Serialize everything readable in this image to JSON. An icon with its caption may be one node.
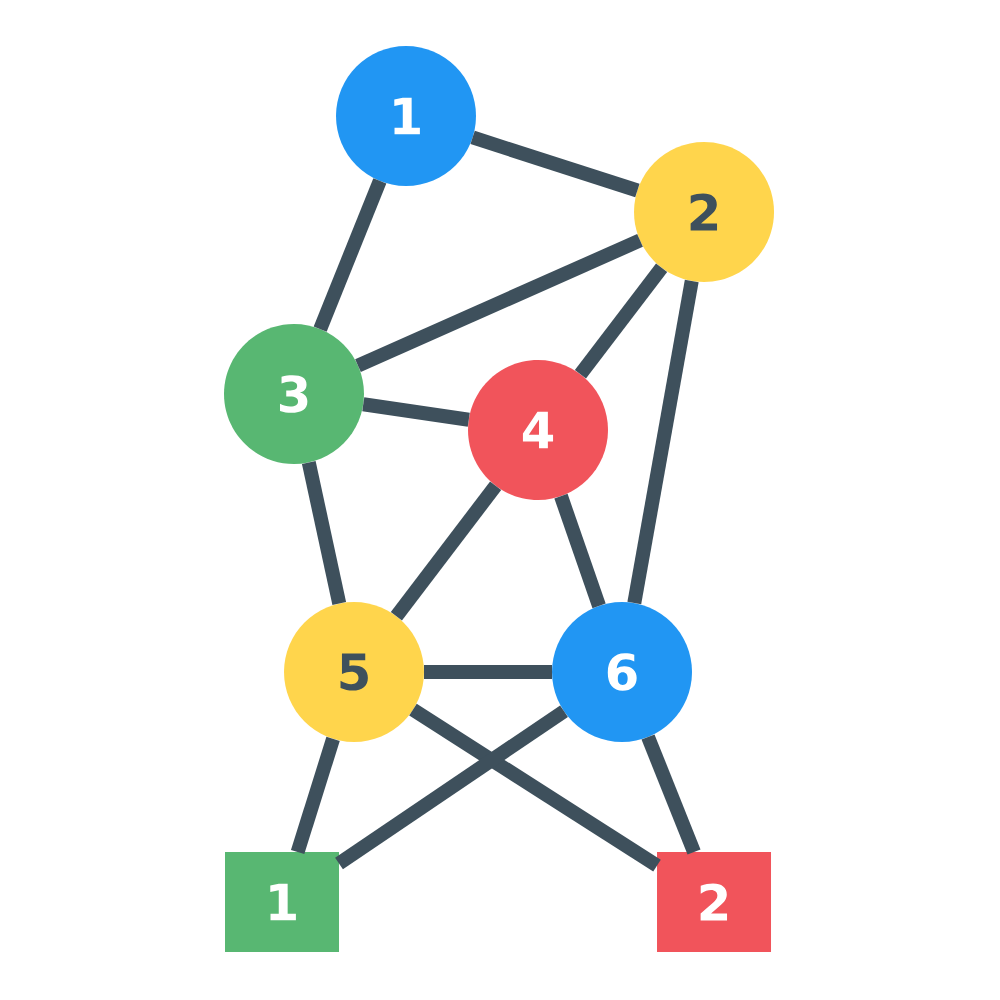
{
  "diagram": {
    "nodes": [
      {
        "text": [
          "1"
        ]
      },
      {
        "text": [
          "2"
        ]
      },
      {
        "text": [
          "3"
        ]
      },
      {
        "text": [
          "4"
        ]
      },
      {
        "text": [
          "5"
        ]
      },
      {
        "text": [
          "6"
        ]
      },
      {
        "text": [
          "1"
        ]
      },
      {
        "text": [
          "2"
        ]
      }
    ],
    "edges": [
      {
        "from": 0,
        "to": 1,
        "arrow": "none"
      },
      {
        "from": 0,
        "to": 2,
        "arrow": "none"
      },
      {
        "from": 1,
        "to": 2,
        "arrow": "none"
      },
      {
        "from": 1,
        "to": 3,
        "arrow": "none"
      },
      {
        "from": 1,
        "to": 5,
        "arrow": "none"
      },
      {
        "from": 2,
        "to": 3,
        "arrow": "none"
      },
      {
        "from": 2,
        "to": 4,
        "arrow": "none"
      },
      {
        "from": 3,
        "to": 4,
        "arrow": "none"
      },
      {
        "from": 3,
        "to": 5,
        "arrow": "none"
      },
      {
        "from": 4,
        "to": 5,
        "arrow": "none"
      },
      {
        "from": 4,
        "to": 6,
        "arrow": "none"
      },
      {
        "from": 4,
        "to": 7,
        "arrow": "none"
      },
      {
        "from": 5,
        "to": 6,
        "arrow": "none"
      },
      {
        "from": 5,
        "to": 7,
        "arrow": "none"
      }
    ]
  }
}
